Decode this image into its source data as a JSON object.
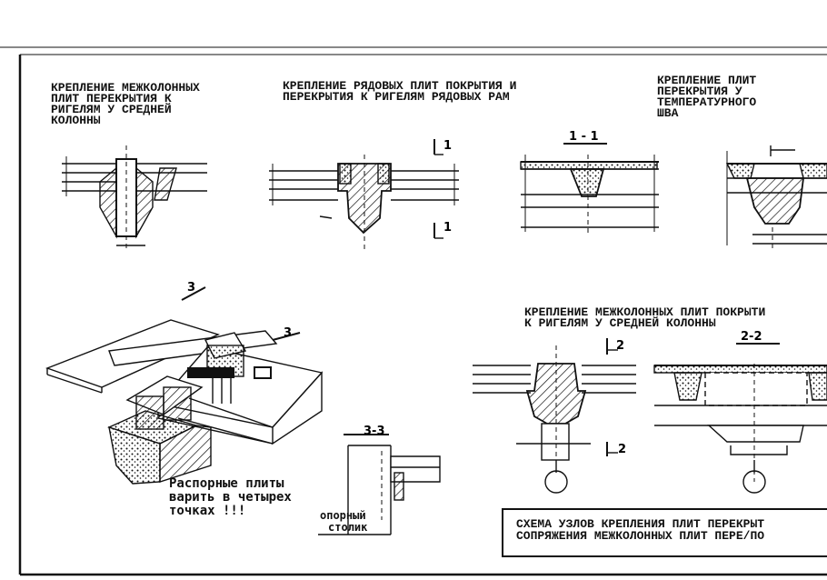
{
  "captions": {
    "mid_column": [
      "КРЕПЛЕНИЕ МЕЖКОЛОННЫХ",
      "ПЛИТ ПЕРЕКРЫТИЯ К",
      "РИГЕЛЯМ У СРЕДНЕЙ",
      "КОЛОННЫ"
    ],
    "row_slabs": [
      "КРЕПЛЕНИЕ РЯДОВЫХ ПЛИТ ПОКРЫТИЯ И",
      "ПЕРЕКРЫТИЯ К РИГЕЛЯМ РЯДОВЫХ РАМ"
    ],
    "temp_joint": [
      "КРЕПЛЕНИЕ ПЛИТ",
      "ПЕРЕКРЫТИЯ У",
      "ТЕМПЕРАТУРНОГО",
      "ШВА"
    ],
    "roof_slabs": [
      "КРЕПЛЕНИЕ МЕЖКОЛОННЫХ ПЛИТ ПОКРЫТИ",
      "К РИГЕЛЯМ У СРЕДНЕЙ КОЛОННЫ"
    ]
  },
  "section_marks": {
    "s1_top": "1",
    "s1_bottom": "1",
    "s1_title": "1 - 1",
    "s2_top": "2",
    "s2_bottom": "2",
    "s2_title": "2-2",
    "s3_a": "3",
    "s3_b": "3",
    "s3_title": "3-3"
  },
  "notes": {
    "spacer_plates": [
      "Распорные плиты",
      "варить в четырех",
      "точках !!!"
    ],
    "support_post": [
      "опорный",
      "столик"
    ]
  },
  "title_block": [
    "СХЕМА УЗЛОВ КРЕПЛЕНИЯ ПЛИТ ПЕРЕКРЫТ",
    "СОПРЯЖЕНИЯ МЕЖКОЛОННЫХ ПЛИТ ПЕРЕ/ПО"
  ]
}
